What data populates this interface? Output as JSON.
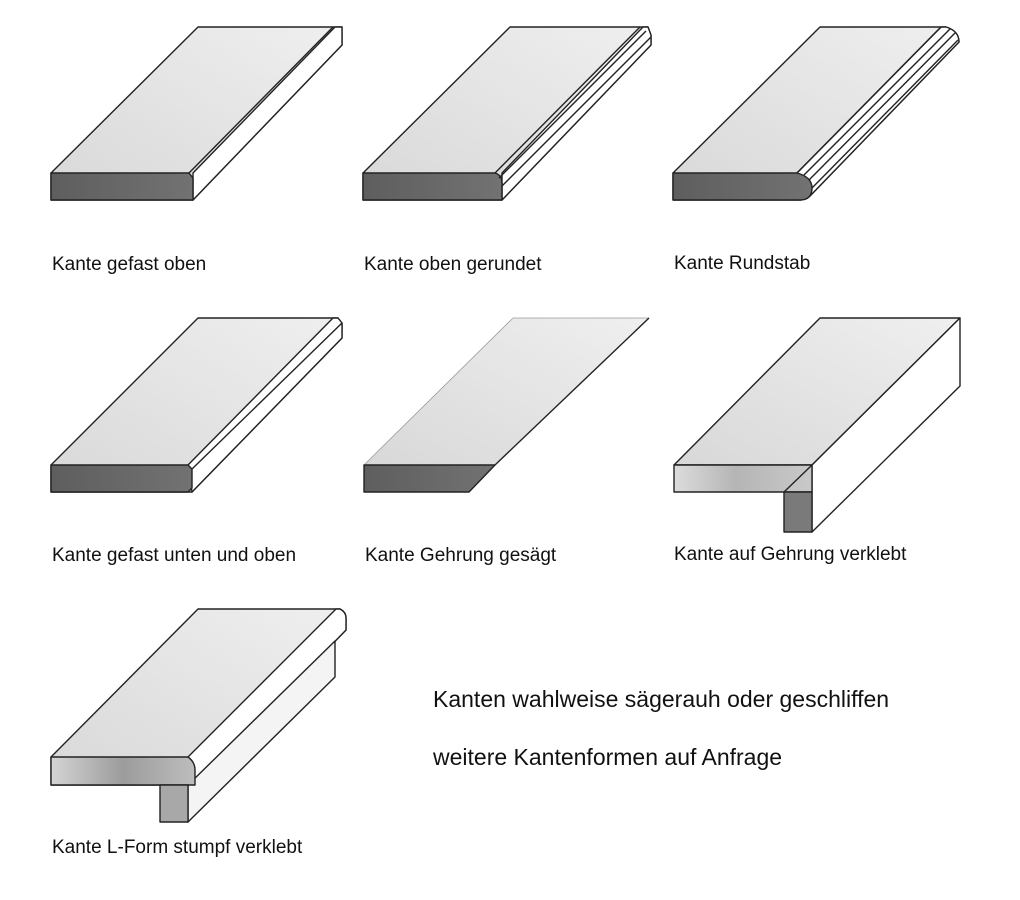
{
  "profiles": [
    {
      "id": "gefast-oben",
      "caption": "Kante gefast oben"
    },
    {
      "id": "oben-gerundet",
      "caption": "Kante oben gerundet"
    },
    {
      "id": "rundstab",
      "caption": "Kante Rundstab"
    },
    {
      "id": "gefast-unten-oben",
      "caption": "Kante gefast unten und oben"
    },
    {
      "id": "gehrung-gesaegt",
      "caption": "Kante Gehrung gesägt"
    },
    {
      "id": "gehrung-verklebt",
      "caption": "Kante auf Gehrung verklebt"
    },
    {
      "id": "l-form",
      "caption": "Kante L-Form stumpf verklebt"
    }
  ],
  "notes": {
    "line1": "Kanten wahlweise sägerauh oder geschliffen",
    "line2": "weitere Kantenformen auf Anfrage"
  },
  "colors": {
    "top_face": "#e4e4e4",
    "front_face": "#666666",
    "side_face": "#ffffff",
    "outline": "#222222"
  }
}
